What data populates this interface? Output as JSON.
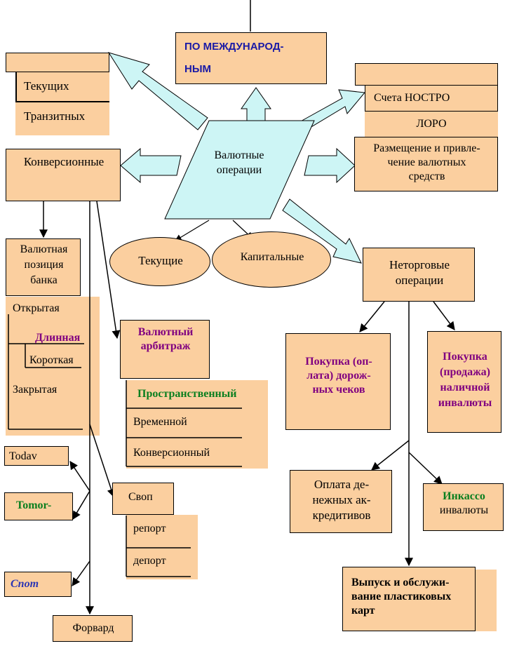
{
  "center": {
    "line1": "Валютные",
    "line2": "операции"
  },
  "top": {
    "line1": "ПО МЕЖДУНАРОД-",
    "line2": "НЫМ"
  },
  "accounts": {
    "current": "Текущих",
    "transit": "Транзитных"
  },
  "nostro": {
    "label": "Счета  НОСТРО",
    "loro": "ЛОРО"
  },
  "placement": {
    "line1": "Размещение и привле-",
    "line2": "чение валютных",
    "line3": "средств"
  },
  "conversion": {
    "label": "Конверсионные"
  },
  "current_ops": {
    "label": "Текущие"
  },
  "capital_ops": {
    "label": "Капитальные"
  },
  "nontrade": {
    "line1": "Неторговые",
    "line2": "операции"
  },
  "position": {
    "line1": "Валютная",
    "line2": "позиция",
    "line3": "банка",
    "open": "Открытая",
    "long": "Длинная",
    "short": "Короткая",
    "closed": "Закрытая"
  },
  "arbitrage": {
    "line1": "Валютный",
    "line2": "арбитраж",
    "spatial": "Пространственный",
    "temporal": "Временной",
    "conversion": "Конверсионный"
  },
  "deals": {
    "today": "Todav",
    "tomorrow": "Tomor-",
    "spot": "Спот",
    "forward": "Форвард"
  },
  "swap": {
    "label": "Своп",
    "report": "репорт",
    "dereport": "депорт"
  },
  "checks": {
    "line1": "Покупка (оп-",
    "line2": "лата) дорож-",
    "line3": "ных чеков"
  },
  "cash": {
    "line1": "Покупка",
    "line2": "(продажа)",
    "line3": "наличной",
    "line4": "инвалюты"
  },
  "letters": {
    "line1": "Оплата де-",
    "line2": "нежных ак-",
    "line3": "кредитивов"
  },
  "incasso": {
    "line1": "Инкассо",
    "line2": "инвалюты"
  },
  "cards": {
    "line1": "Выпуск и обслужи-",
    "line2": "вание пластиковых",
    "line3": "карт"
  },
  "colors": {
    "box": "#fbcf9f",
    "arrow": "#cdf5f5",
    "center": "#cdf5f5",
    "purple": "#800080",
    "green": "#0a7f1f",
    "blue": "#2b35b4"
  }
}
